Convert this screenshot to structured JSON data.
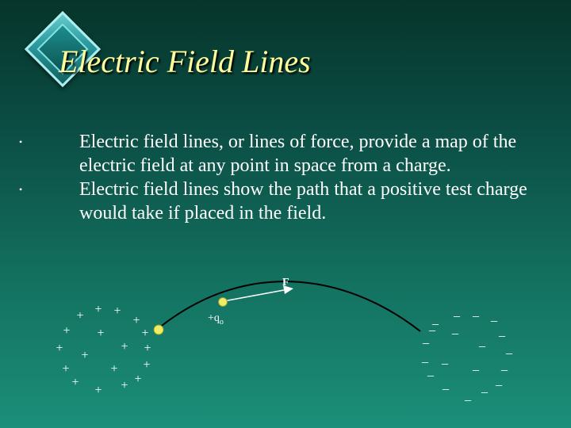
{
  "slide": {
    "title": "Electric Field Lines",
    "bullets": [
      "Electric field lines, or lines of force, provide a map of the electric field at any point in space from a charge.",
      "Electric field lines show the path that a positive test charge would take if placed in the field."
    ]
  },
  "diagram": {
    "force_label": "F",
    "test_charge_label": "+q",
    "test_charge_subscript": "o",
    "positive_symbol": "+",
    "negative_symbol": "_",
    "colors": {
      "background_top": "#06352b",
      "background_bottom": "#1b8f79",
      "title": "#ffff99",
      "text": "#ffffff",
      "charge_dot": "#eeee66"
    }
  }
}
